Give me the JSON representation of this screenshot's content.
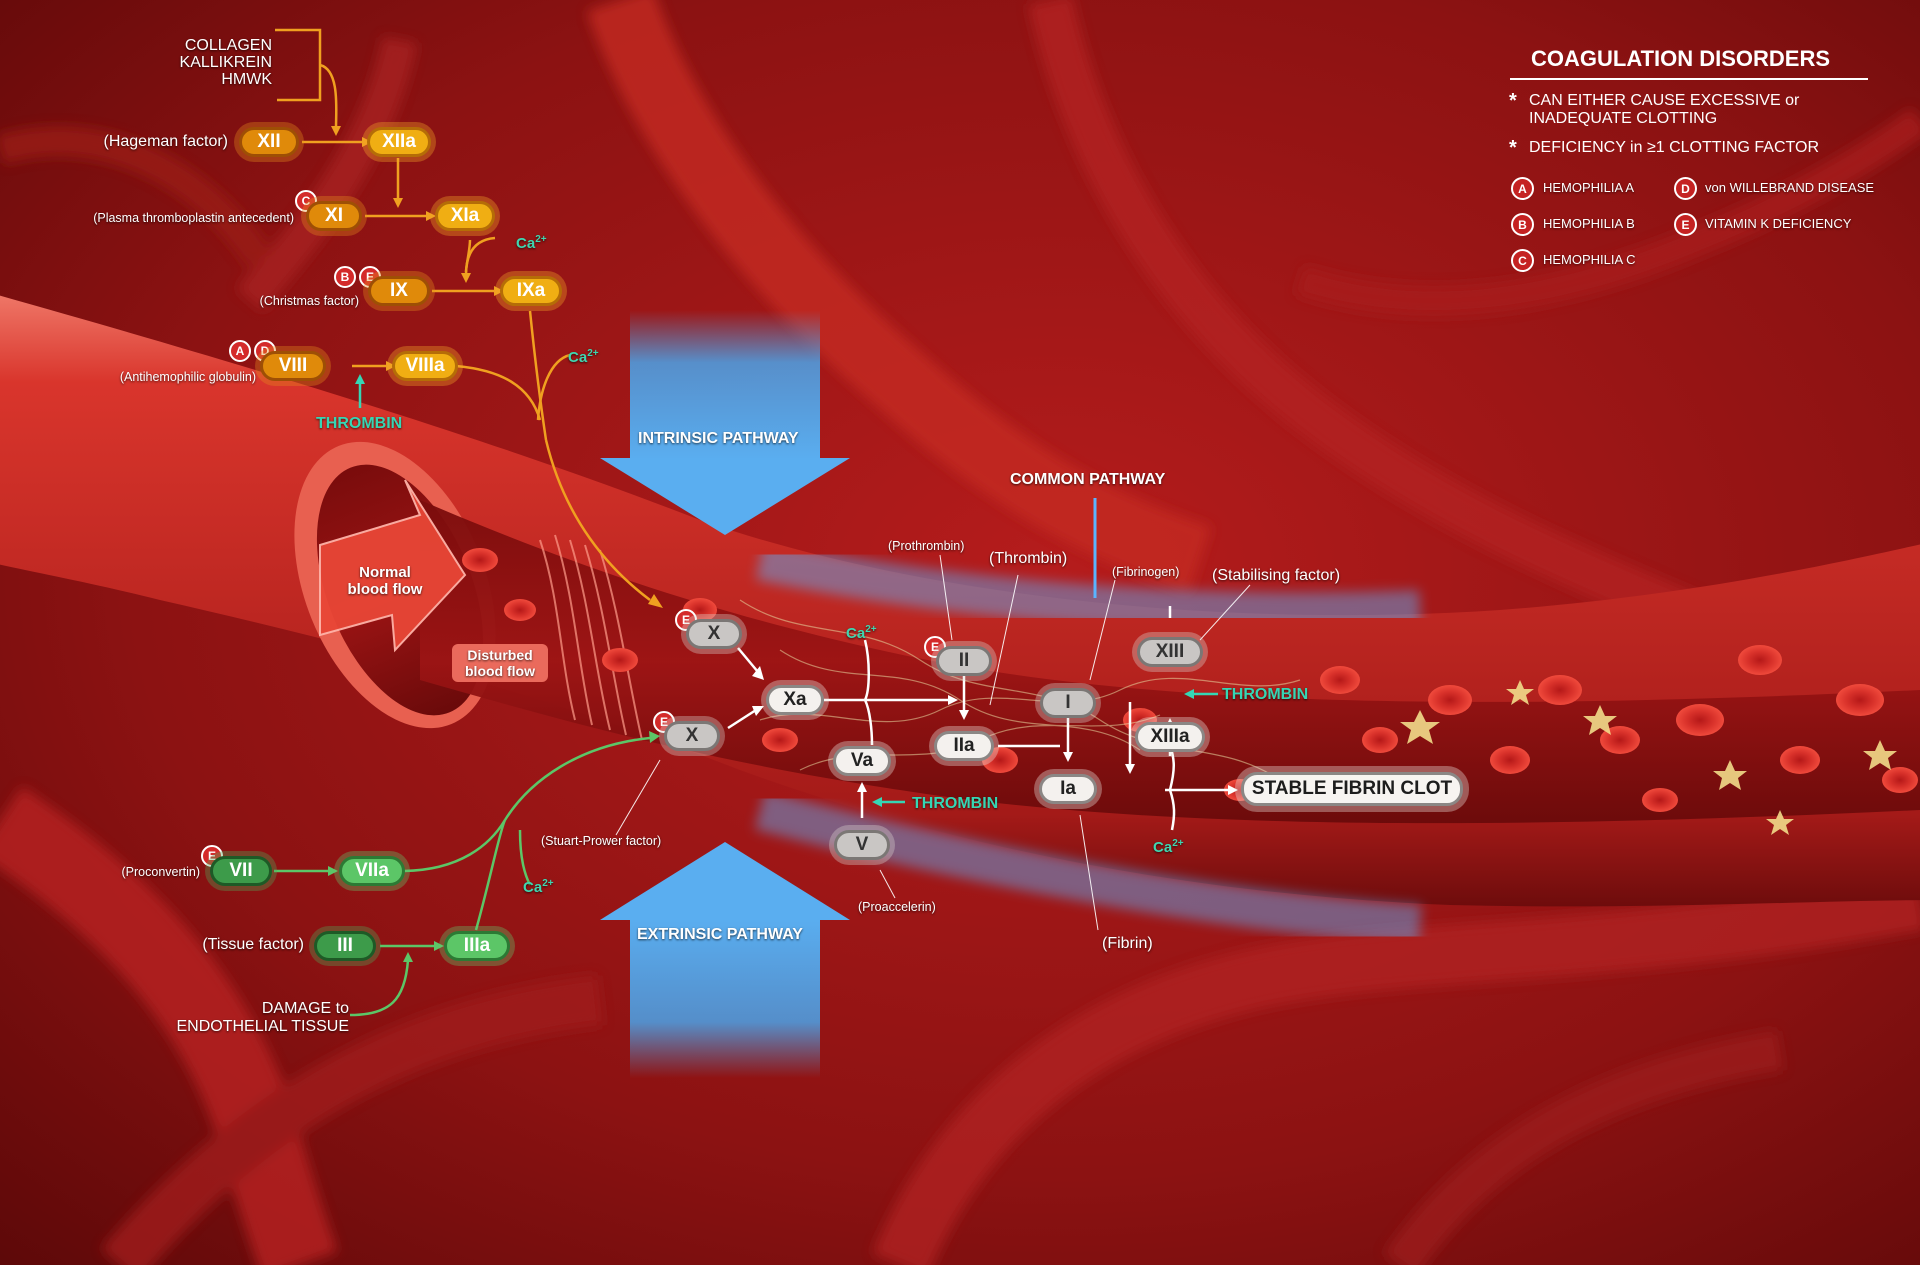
{
  "trigger": {
    "line1": "COLLAGEN",
    "line2": "KALLIKREIN",
    "line3": "HMWK"
  },
  "intrinsic": {
    "xii": {
      "name": "(Hageman factor)",
      "factor": "XII",
      "active": "XIIa"
    },
    "xi": {
      "name": "(Plasma thromboplastin antecedent)",
      "factor": "XI",
      "active": "XIa"
    },
    "ix": {
      "name": "(Christmas factor)",
      "factor": "IX",
      "active": "IXa"
    },
    "viii": {
      "name": "(Antihemophilic globulin)",
      "factor": "VIII",
      "active": "VIIIa"
    },
    "thrombin": "THROMBIN"
  },
  "extrinsic": {
    "vii": {
      "name": "(Proconvertin)",
      "factor": "VII",
      "active": "VIIa"
    },
    "iii": {
      "name": "(Tissue factor)",
      "factor": "III",
      "active": "IIIa"
    },
    "damage": {
      "line1": "DAMAGE to",
      "line2": "ENDOTHELIAL TISSUE"
    }
  },
  "calcium": {
    "symbol": "Ca",
    "charge": "2+"
  },
  "pathways": {
    "intrinsic": "INTRINSIC PATHWAY",
    "extrinsic": "EXTRINSIC PATHWAY",
    "common": "COMMON PATHWAY"
  },
  "flow": {
    "normal": {
      "line1": "Normal",
      "line2": "blood flow"
    },
    "disturbed": {
      "line1": "Disturbed",
      "line2": "blood flow"
    }
  },
  "common": {
    "x": "X",
    "xa": "Xa",
    "stuart": "(Stuart-Prower factor)",
    "v": "V",
    "va": "Va",
    "proaccelerin": "(Proaccelerin)",
    "ii": "II",
    "iia": "IIa",
    "prothrombin": "(Prothrombin)",
    "thrombin_name": "(Thrombin)",
    "i": "I",
    "ia": "Ia",
    "fibrinogen": "(Fibrinogen)",
    "fibrin": "(Fibrin)",
    "xiii": "XIII",
    "xiiia": "XIIIa",
    "stabilising": "(Stabilising factor)",
    "thrombin": "THROMBIN",
    "clot": "STABLE FIBRIN CLOT"
  },
  "legend": {
    "title": "COAGULATION DISORDERS",
    "bullet": "*",
    "note1_line1": "CAN EITHER CAUSE EXCESSIVE or",
    "note1_line2": "INADEQUATE CLOTTING",
    "note2": "DEFICIENCY in ≥1 CLOTTING FACTOR",
    "items": [
      {
        "letter": "A",
        "label": "HEMOPHILIA  A"
      },
      {
        "letter": "B",
        "label": "HEMOPHILIA  B"
      },
      {
        "letter": "C",
        "label": "HEMOPHILIA  C"
      },
      {
        "letter": "D",
        "label": "von WILLEBRAND DISEASE"
      },
      {
        "letter": "E",
        "label": "VITAMIN K DEFICIENCY"
      }
    ]
  },
  "badges": {
    "a": "A",
    "b": "B",
    "c": "C",
    "d": "D",
    "e": "E"
  },
  "colors": {
    "intrinsic_orange": "#e08a0a",
    "intrinsic_yellow": "#f0ae13",
    "extrinsic_green": "#3d9b4a",
    "activated_green": "#5cc667",
    "thrombin_teal": "#35d6b4",
    "pathway_blue": "#4a9ee0",
    "badge_red": "#d42a2a"
  }
}
